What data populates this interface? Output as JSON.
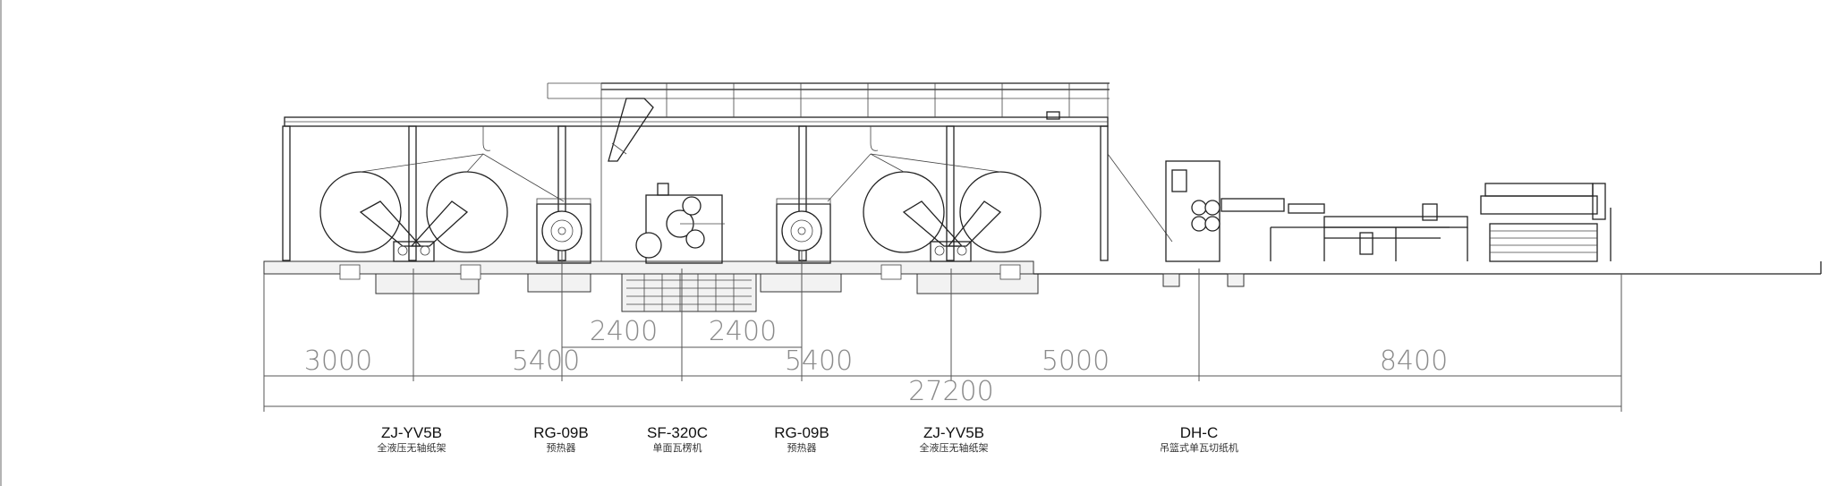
{
  "dimensions": {
    "row1": [
      "3000",
      "5400",
      "2400",
      "2400",
      "5400",
      "5000",
      "8400"
    ],
    "total": "27200"
  },
  "machines": [
    {
      "model": "ZJ-YV5B",
      "desc": "全液压无轴纸架"
    },
    {
      "model": "RG-09B",
      "desc": "预热器"
    },
    {
      "model": "SF-320C",
      "desc": "单面瓦楞机"
    },
    {
      "model": "RG-09B",
      "desc": "预热器"
    },
    {
      "model": "ZJ-YV5B",
      "desc": "全液压无轴纸架"
    },
    {
      "model": "DH-C",
      "desc": "吊篮式单瓦切纸机"
    }
  ]
}
